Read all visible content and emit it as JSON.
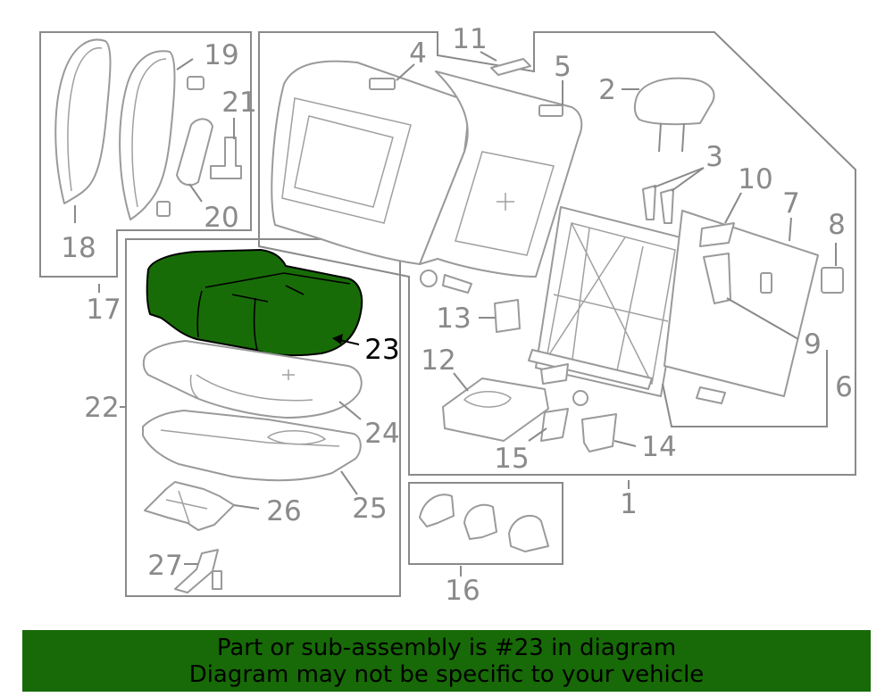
{
  "diagram": {
    "highlight_color": "#186c08",
    "highlighted_part": "23",
    "callouts": {
      "c1": "1",
      "c2": "2",
      "c3": "3",
      "c4": "4",
      "c5": "5",
      "c6": "6",
      "c7": "7",
      "c8": "8",
      "c9": "9",
      "c10": "10",
      "c11": "11",
      "c12": "12",
      "c13": "13",
      "c14": "14",
      "c15": "15",
      "c16": "16",
      "c17": "17",
      "c18": "18",
      "c19": "19",
      "c20": "20",
      "c21": "21",
      "c22": "22",
      "c23": "23",
      "c24": "24",
      "c25": "25",
      "c26": "26",
      "c27": "27"
    }
  },
  "banner": {
    "line1": "Part or sub-assembly is #23 in diagram",
    "line2": "Diagram may not be specific to your vehicle",
    "color": "#176a07"
  }
}
